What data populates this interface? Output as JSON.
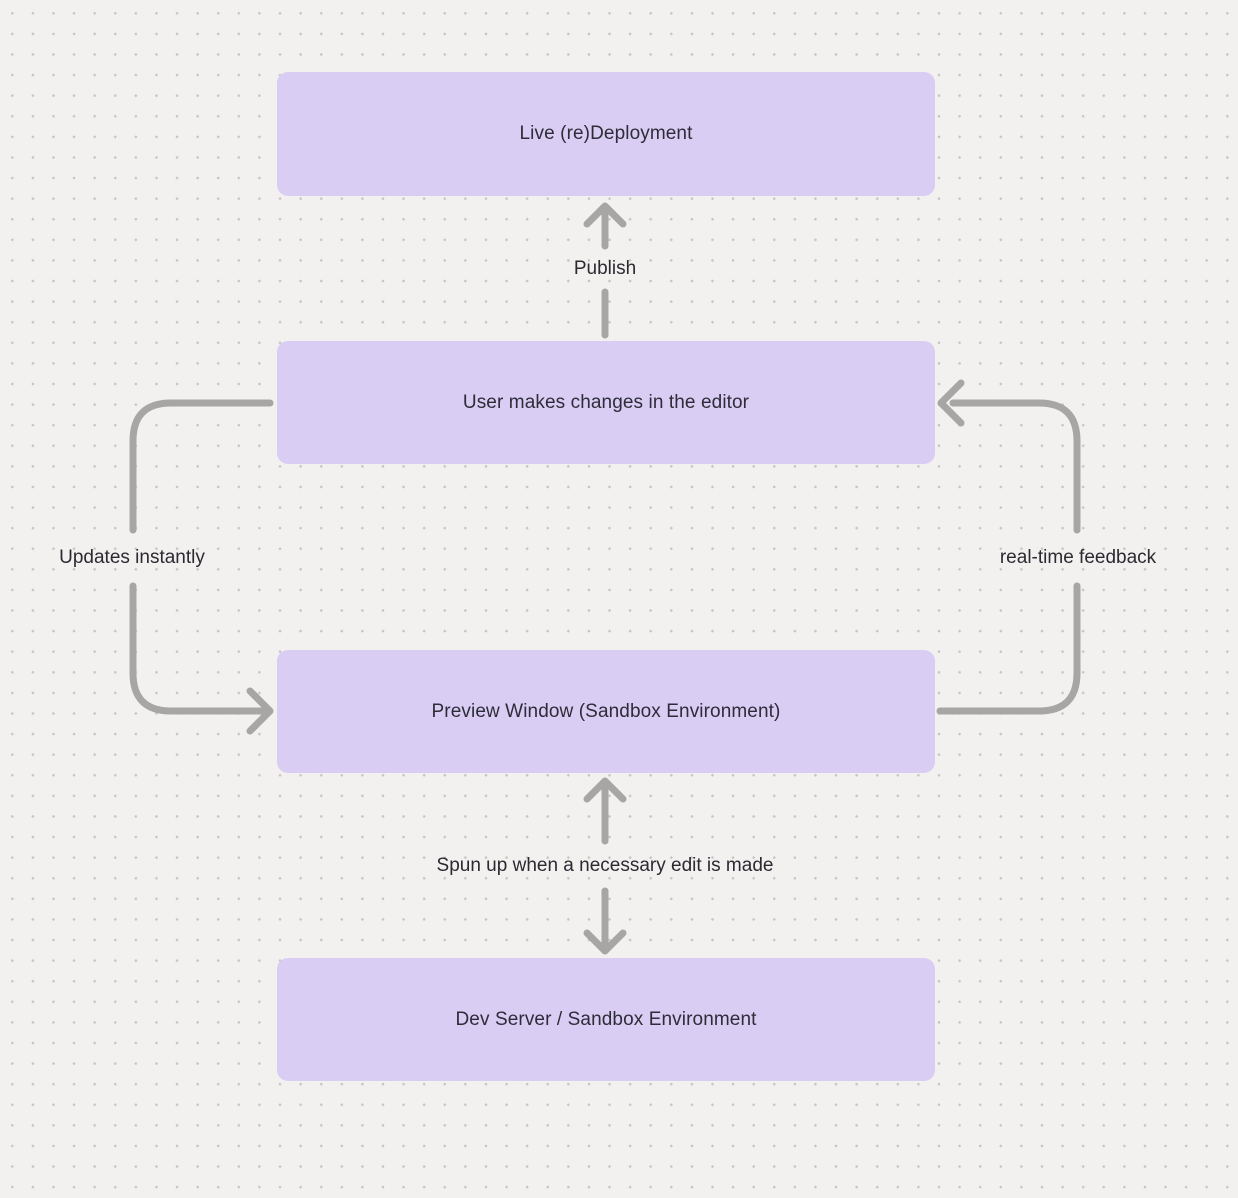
{
  "diagram": {
    "nodes": [
      {
        "id": "live-redeployment",
        "label": "Live (re)Deployment"
      },
      {
        "id": "user-editor",
        "label": "User makes changes in the editor"
      },
      {
        "id": "preview-window",
        "label": "Preview Window (Sandbox Environment)"
      },
      {
        "id": "dev-server",
        "label": "Dev Server / Sandbox Environment"
      }
    ],
    "connectors": [
      {
        "id": "publish",
        "label": "Publish",
        "from": "user-editor",
        "to": "live-redeployment",
        "direction": "up",
        "arrowheads": "to"
      },
      {
        "id": "updates-instantly",
        "label": "Updates instantly",
        "from": "user-editor",
        "to": "preview-window",
        "direction": "down-left-loop",
        "arrowheads": "to"
      },
      {
        "id": "real-time-feedback",
        "label": "real-time feedback",
        "from": "preview-window",
        "to": "user-editor",
        "direction": "up-right-loop",
        "arrowheads": "to"
      },
      {
        "id": "spun-up",
        "label": "Spun up when a necessary edit is made",
        "from": "preview-window",
        "to": "dev-server",
        "direction": "vertical",
        "arrowheads": "both"
      }
    ]
  },
  "colors": {
    "canvas_bg": "#f2f1ef",
    "dot_color": "#c7c4c1",
    "node_fill": "#d9cdf4",
    "node_text": "#2e2c38",
    "connector_color": "#a7a6a4",
    "label_text": "#2b2a31"
  }
}
